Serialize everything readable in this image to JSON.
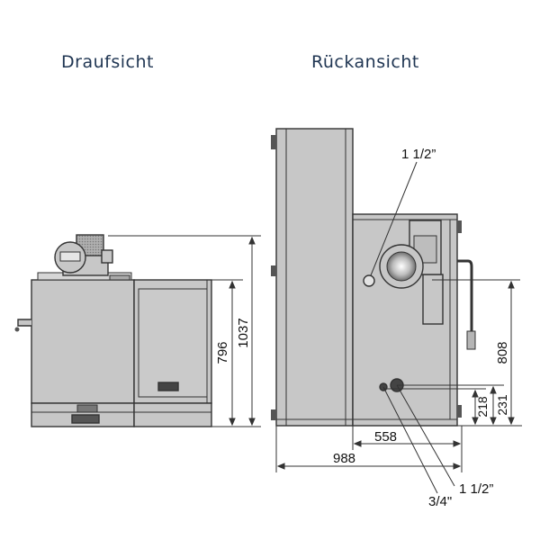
{
  "titles": {
    "top_view": "Draufsicht",
    "rear_view": "Rückansicht"
  },
  "top_view": {
    "dimensions": [
      "796",
      "1037"
    ]
  },
  "rear_view": {
    "dimensions": {
      "width_558": "558",
      "width_988": "988",
      "height_808": "808",
      "height_218": "218",
      "height_231": "231"
    },
    "connections": {
      "upper": "1 1/2”",
      "lower_small": "3/4\"",
      "lower_large": "1 1/2”"
    }
  },
  "colors": {
    "body": "#c7c7c7",
    "line": "#333333",
    "title": "#1f3552"
  }
}
